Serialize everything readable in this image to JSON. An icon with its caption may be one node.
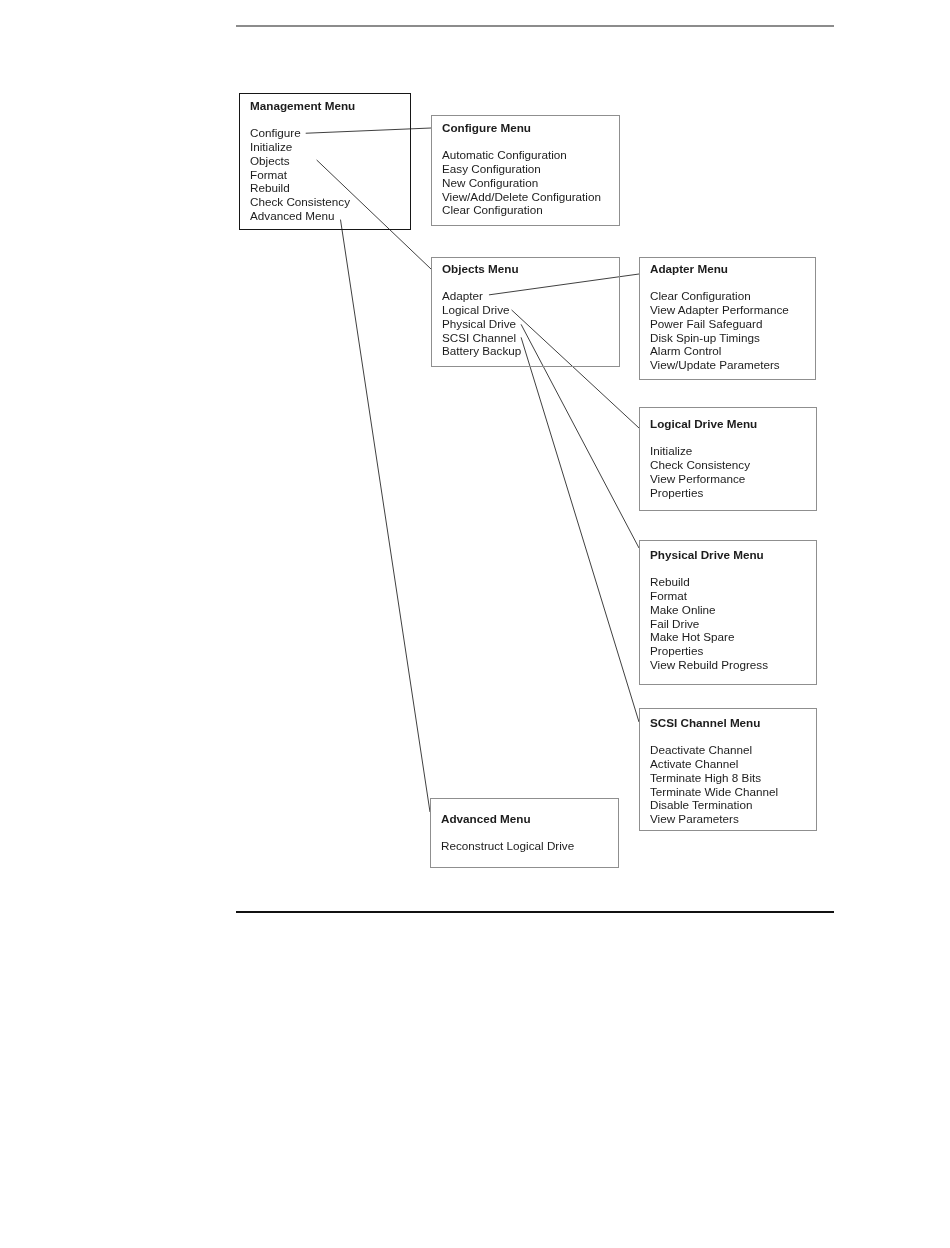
{
  "diagram": {
    "nodes": [
      {
        "text": [
          "Management Menu",
          "Initialize",
          "Format",
          "Rebuild",
          "Check Consistency"
        ]
      },
      {
        "text": [
          "Configure"
        ],
        "in": 0
      },
      {
        "text": [
          "Objects"
        ],
        "in": 0
      },
      {
        "text": [
          "Advanced Menu"
        ],
        "in": 0
      },
      {
        "text": [
          "Configure Menu",
          "Automatic Configuration",
          "Easy Configuration",
          "New Configuration",
          "View/Add/Delete Configuration",
          "Clear Configuration"
        ]
      },
      {
        "text": [
          "Objects Menu",
          "Battery Backup"
        ]
      },
      {
        "text": [
          "Adapter"
        ],
        "in": 5
      },
      {
        "text": [
          "Logical Drive"
        ],
        "in": 5
      },
      {
        "text": [
          "Physical Drive"
        ],
        "in": 5
      },
      {
        "text": [
          "SCSI Channel"
        ],
        "in": 5
      },
      {
        "text": [
          "Adapter Menu",
          "Clear Configuration",
          "View Adapter Performance",
          "Power Fail Safeguard",
          "Disk Spin-up Timings",
          "Alarm Control",
          "View/Update Parameters"
        ]
      },
      {
        "text": [
          "Logical Drive Menu",
          "Initialize",
          "Check Consistency",
          "View Performance",
          "Properties"
        ]
      },
      {
        "text": [
          "Physical Drive Menu",
          "Rebuild",
          "Format",
          "Make Online",
          "Fail Drive",
          "Make Hot Spare",
          "Properties",
          "View Rebuild Progress"
        ]
      },
      {
        "text": [
          "SCSI Channel Menu",
          "Deactivate Channel",
          "Activate Channel",
          "Terminate High 8 Bits",
          "Terminate Wide Channel",
          "Disable Termination",
          "View Parameters"
        ]
      },
      {
        "text": [
          "Advanced Menu",
          "Reconstruct Logical Drive"
        ]
      }
    ],
    "edges": [
      {
        "from": 1,
        "to": 4,
        "arrow": "none"
      },
      {
        "from": 2,
        "to": 5,
        "arrow": "none"
      },
      {
        "from": 3,
        "to": 14,
        "arrow": "none"
      },
      {
        "from": 6,
        "to": 10,
        "arrow": "none"
      },
      {
        "from": 7,
        "to": 11,
        "arrow": "none"
      },
      {
        "from": 8,
        "to": 12,
        "arrow": "none"
      },
      {
        "from": 9,
        "to": 13,
        "arrow": "none"
      }
    ]
  }
}
